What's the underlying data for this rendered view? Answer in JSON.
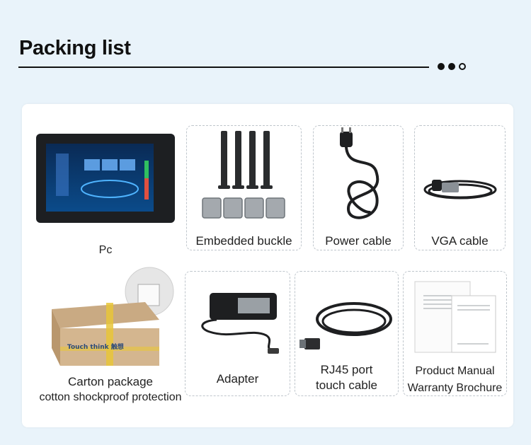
{
  "header": {
    "title": "Packing list"
  },
  "items": {
    "pc": {
      "label": "Pc"
    },
    "buckle": {
      "label": "Embedded buckle"
    },
    "power": {
      "label": "Power cable"
    },
    "vga": {
      "label": "VGA cable"
    },
    "carton": {
      "line1": "Carton package",
      "line2": "cotton shockproof protection"
    },
    "adapter": {
      "label": "Adapter"
    },
    "rj45": {
      "line1": "RJ45 port",
      "line2": "touch cable"
    },
    "manual": {
      "line1": "Product Manual",
      "line2": "Warranty Brochure"
    }
  },
  "brand_logo": "Touch think 触想"
}
